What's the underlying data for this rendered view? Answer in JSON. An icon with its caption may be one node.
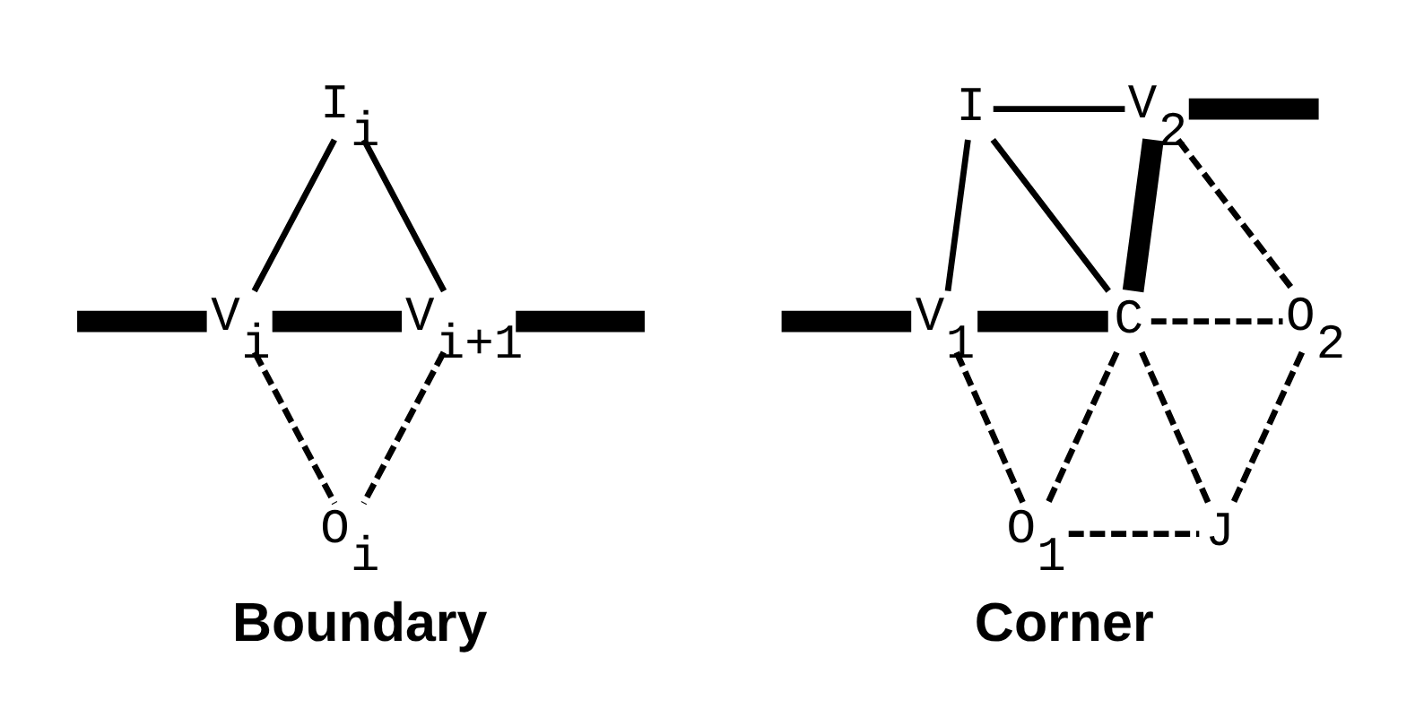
{
  "diagram": {
    "nodes": [
      {
        "text": [
          "I$_{i}$"
        ]
      },
      {
        "text": [
          "V$_{i}$"
        ]
      },
      {
        "text": [
          "V$_{i+1}$"
        ]
      },
      {
        "text": [
          "O$_{i}$"
        ]
      },
      {
        "text": [
          "I"
        ]
      },
      {
        "text": [
          "V$_{2}$"
        ]
      },
      {
        "text": [
          "V$_{1}$"
        ]
      },
      {
        "text": [
          "C"
        ]
      },
      {
        "text": [
          "O$_{2}$"
        ]
      },
      {
        "text": [
          "O$_{1}$"
        ]
      },
      {
        "text": [
          "J"
        ]
      }
    ],
    "edges": [
      {
        "from": null,
        "to": 1,
        "arrow": "none",
        "style": "thick"
      },
      {
        "from": 0,
        "to": 1,
        "arrow": "none"
      },
      {
        "from": 0,
        "to": 2,
        "arrow": "none"
      },
      {
        "from": 1,
        "to": 2,
        "arrow": "none",
        "style": "thick"
      },
      {
        "from": 2,
        "to": null,
        "arrow": "none",
        "style": "thick"
      },
      {
        "from": 1,
        "to": 3,
        "arrow": "none",
        "style": "dashed"
      },
      {
        "from": 2,
        "to": 3,
        "arrow": "none",
        "style": "dashed"
      },
      {
        "from": 4,
        "to": 5,
        "arrow": "none"
      },
      {
        "from": 5,
        "to": null,
        "arrow": "none",
        "style": "thick"
      },
      {
        "from": 4,
        "to": 6,
        "arrow": "none"
      },
      {
        "from": 4,
        "to": 7,
        "arrow": "none"
      },
      {
        "from": 5,
        "to": 7,
        "arrow": "none",
        "style": "thick"
      },
      {
        "from": 5,
        "to": 8,
        "arrow": "none",
        "style": "dashed"
      },
      {
        "from": null,
        "to": 6,
        "arrow": "none",
        "style": "thick"
      },
      {
        "from": 6,
        "to": 7,
        "arrow": "none",
        "style": "thick"
      },
      {
        "from": 7,
        "to": 8,
        "arrow": "none",
        "style": "dashed"
      },
      {
        "from": 6,
        "to": 9,
        "arrow": "none",
        "style": "dashed"
      },
      {
        "from": 7,
        "to": 9,
        "arrow": "none",
        "style": "dashed"
      },
      {
        "from": 7,
        "to": 10,
        "arrow": "none",
        "style": "dashed"
      },
      {
        "from": 8,
        "to": 10,
        "arrow": "none",
        "style": "dashed"
      },
      {
        "from": 9,
        "to": 10,
        "arrow": "none",
        "style": "dashed"
      }
    ],
    "labels": [
      "Boundary",
      "Corner"
    ]
  }
}
